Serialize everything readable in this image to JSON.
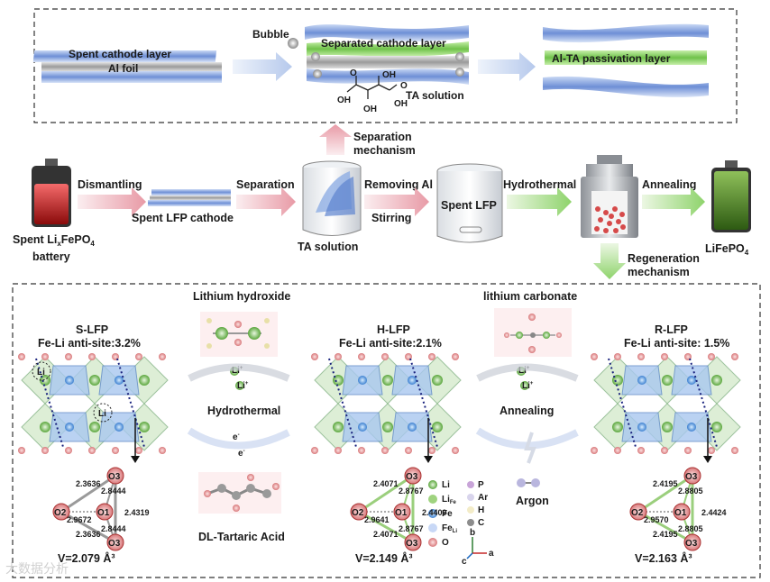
{
  "top_panel": {
    "spent_cathode_layer": "Spent cathode layer",
    "al_foil": "Al foil",
    "bubble": "Bubble",
    "separated_cathode_layer": "Separated cathode layer",
    "ta_solution": "TA solution",
    "oh1": "OH",
    "oh2": "OH",
    "oh3": "OH",
    "oh4": "OH",
    "o1": "O",
    "o2": "O",
    "passivation": "Al-TA passivation layer"
  },
  "process": {
    "battery_label_1": "Spent Li",
    "battery_label_x": "x",
    "battery_label_2": "FePO",
    "battery_label_4": "4",
    "battery_label_3": "battery",
    "dismantling": "Dismantling",
    "spent_lfp_cathode": "Spent LFP cathode",
    "separation": "Separation",
    "separation_mech_1": "Separation",
    "separation_mech_2": "mechanism",
    "ta_solution": "TA solution",
    "removing_al": "Removing Al",
    "stirring": "Stirring",
    "spent_lfp": "Spent LFP",
    "hydrothermal": "Hydrothermal",
    "annealing": "Annealing",
    "regen_1": "Regeneration",
    "regen_2": "mechanism",
    "product_1": "LiFePO",
    "product_4": "4"
  },
  "bottom_panel": {
    "lithium_hydroxide": "Lithium hydroxide",
    "lithium_carbonate": "lithium carbonate",
    "hydrothermal": "Hydrothermal",
    "annealing": "Annealing",
    "dl_tartaric": "DL-Tartaric Acid",
    "argon": "Argon",
    "li_plus": "Li",
    "e_minus": "e",
    "s_lfp": {
      "name": "S-LFP",
      "antisite": "Fe-Li anti-site:3.2%",
      "volume": "V=2.079 Å³",
      "bonds": [
        "2.3636",
        "2.9672",
        "2.3636",
        "2.8444",
        "2.8444",
        "2.4319"
      ]
    },
    "h_lfp": {
      "name": "H-LFP",
      "antisite": "Fe-Li anti-site:2.1%",
      "volume": "V=2.149 Å³",
      "bonds": [
        "2.4071",
        "2.9641",
        "2.4071",
        "2.8767",
        "2.8767",
        "2.4409"
      ]
    },
    "r_lfp": {
      "name": "R-LFP",
      "antisite": "Fe-Li anti-site: 1.5%",
      "volume": "V=2.163 Å³",
      "bonds": [
        "2.4195",
        "2.9570",
        "2.4195",
        "2.8805",
        "2.8805",
        "2.4424"
      ]
    },
    "nodes": {
      "o1": "O1",
      "o2": "O2",
      "o3": "O3"
    },
    "li_in_cluster": "Li",
    "legend": {
      "li": "Li",
      "li_fe": "Li",
      "li_fe_sub": "Fe",
      "fe": "Fe",
      "fe_li": "Fe",
      "fe_li_sub": "Li",
      "o": "O",
      "p": "P",
      "ar": "Ar",
      "h": "H",
      "c": "C"
    },
    "axes": {
      "b": "b",
      "a": "a",
      "c": "c"
    }
  },
  "watermark": "大数据分析"
}
